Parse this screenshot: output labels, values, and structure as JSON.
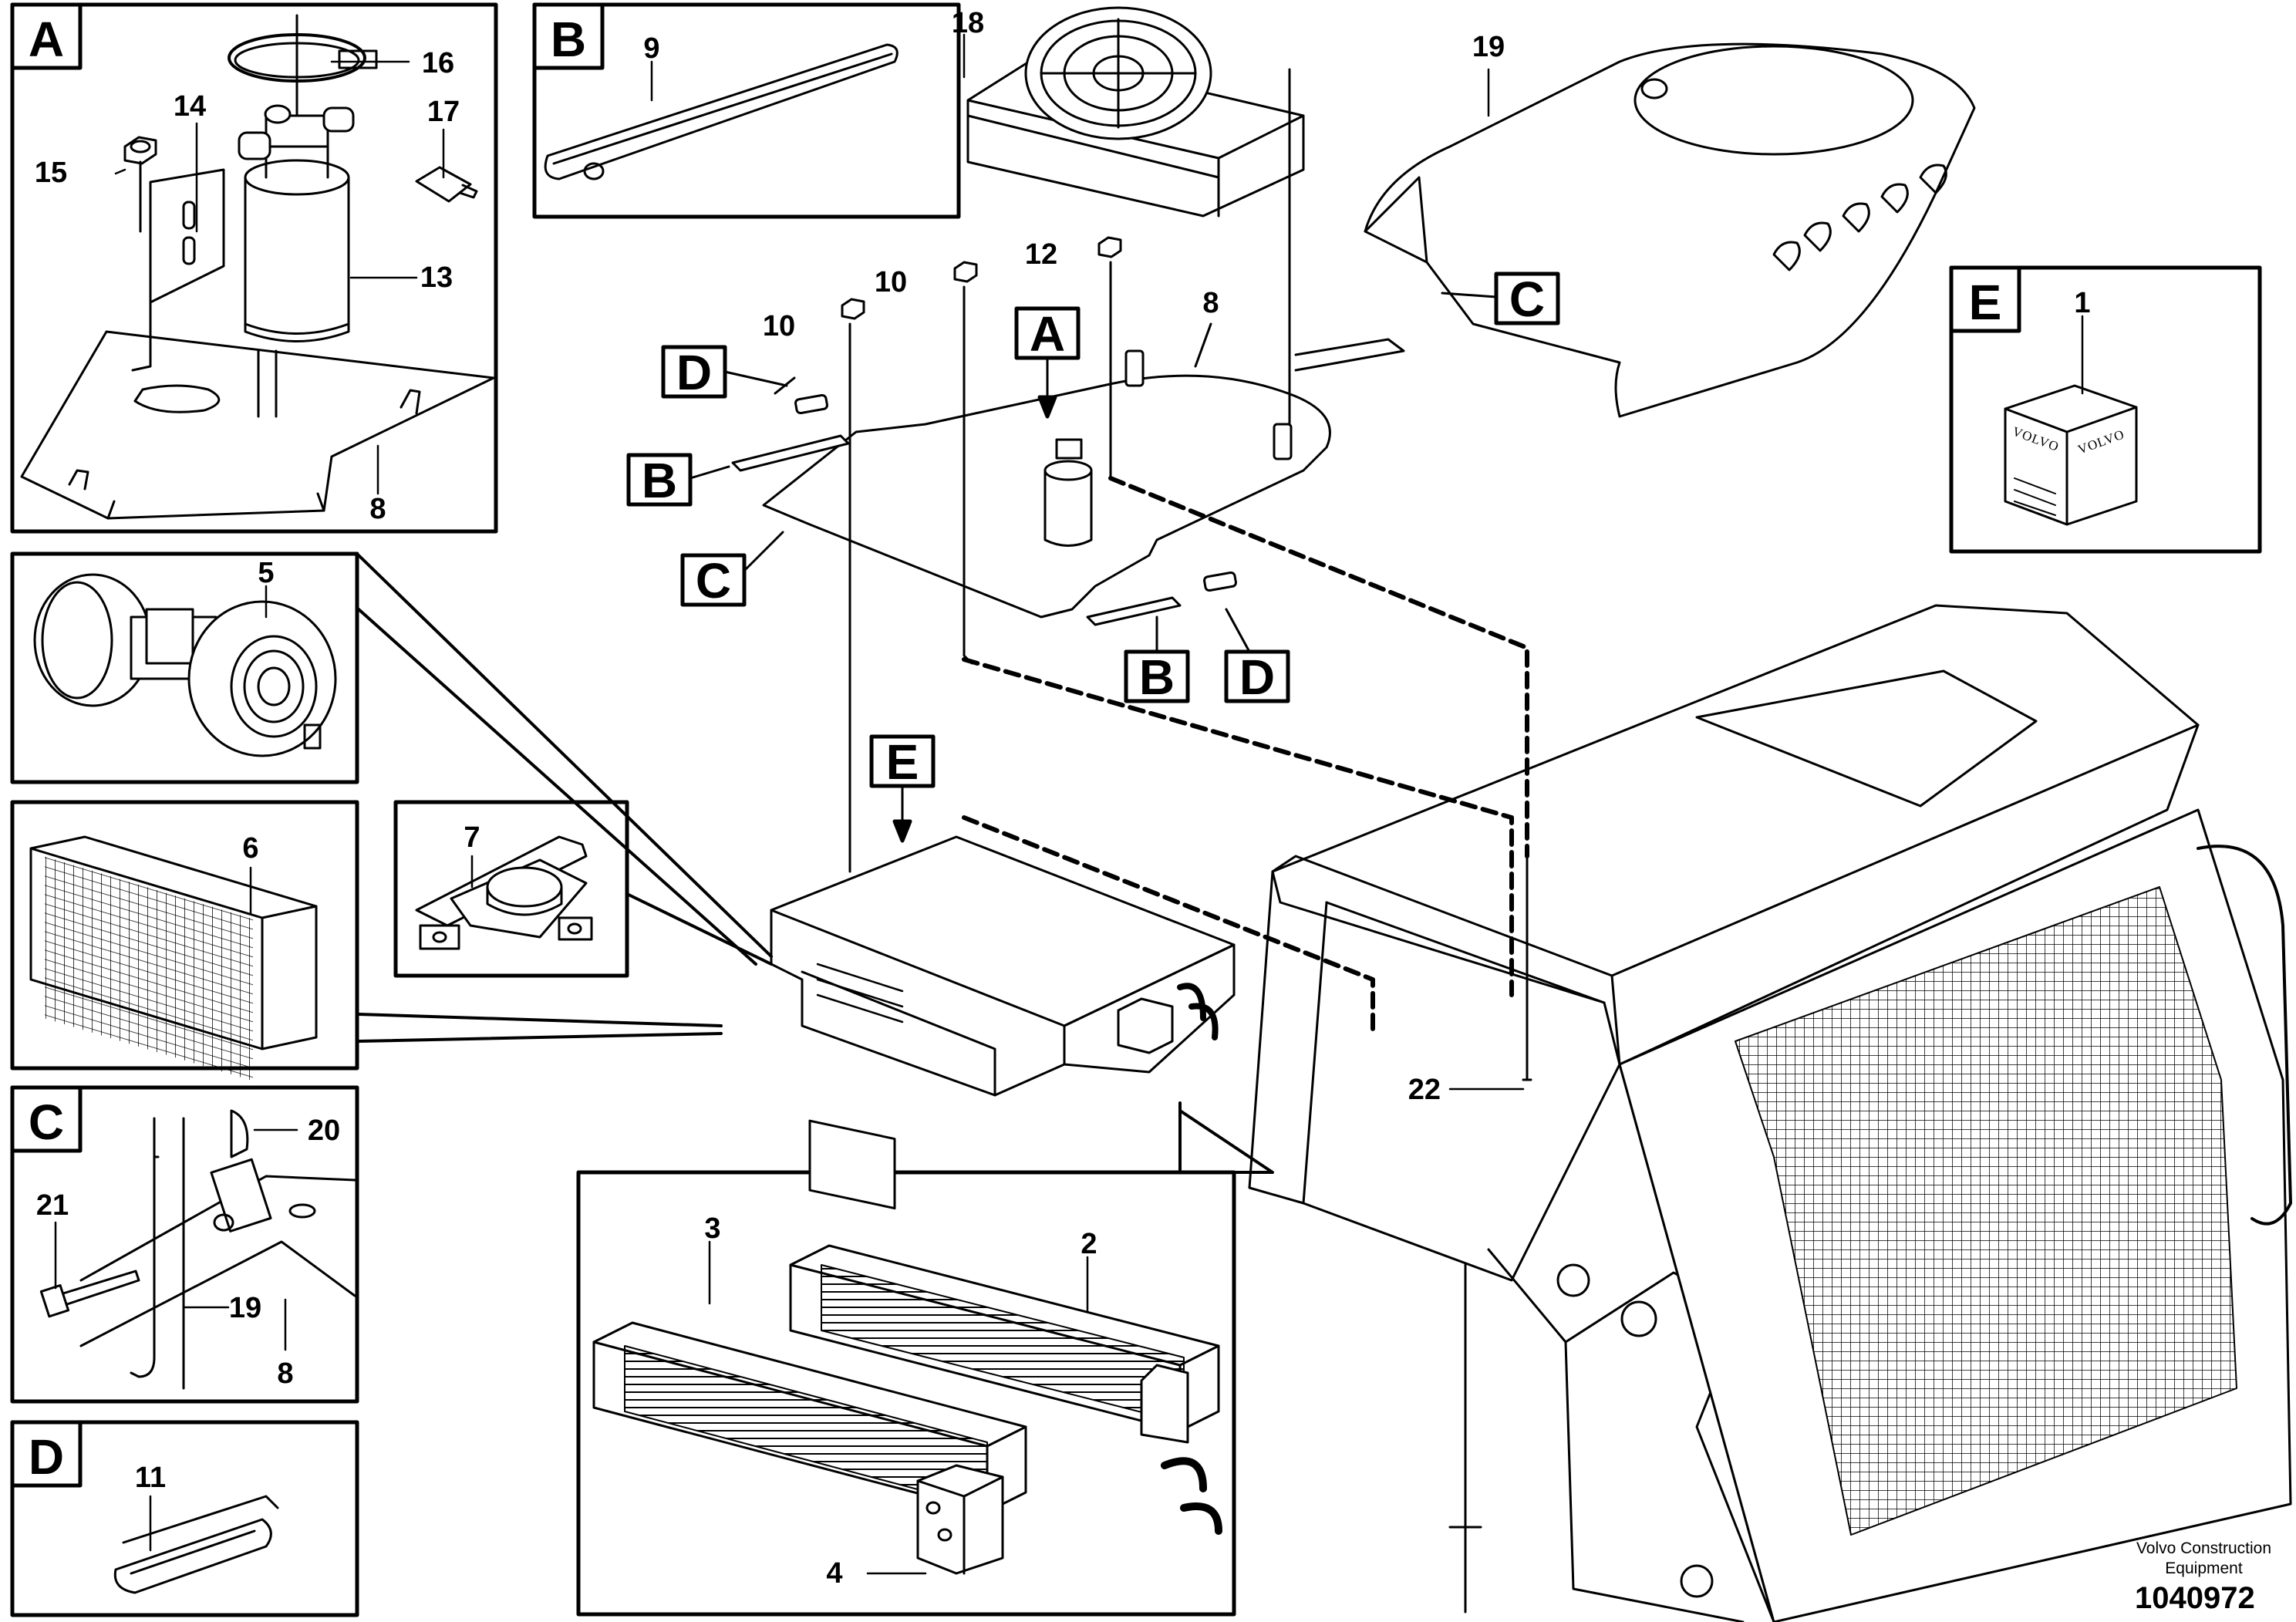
{
  "detail_boxes": {
    "A": "A",
    "B": "B",
    "C": "C",
    "D": "D",
    "E": "E"
  },
  "callouts": {
    "p1": "1",
    "p2": "2",
    "p3": "3",
    "p4": "4",
    "p5": "5",
    "p6": "6",
    "p7": "7",
    "p8a": "8",
    "p8b": "8",
    "p8c": "8",
    "p9": "9",
    "p10a": "10",
    "p10b": "10",
    "p11": "11",
    "p12": "12",
    "p13": "13",
    "p14": "14",
    "p15": "15",
    "p16": "16",
    "p17": "17",
    "p18": "18",
    "p19a": "19",
    "p19b": "19",
    "p20": "20",
    "p21": "21",
    "p22": "22"
  },
  "markers": {
    "A": "A",
    "B1": "B",
    "B2": "B",
    "C1": "C",
    "C2": "C",
    "D1": "D",
    "D2": "D",
    "E": "E"
  },
  "brand_label": "VOLVO",
  "footer": {
    "company_line1": "Volvo Construction",
    "company_line2": "Equipment",
    "drawing_number": "1040972"
  },
  "colors": {
    "ink": "#000000",
    "paper": "#ffffff",
    "shade": "#d8d8d8"
  }
}
